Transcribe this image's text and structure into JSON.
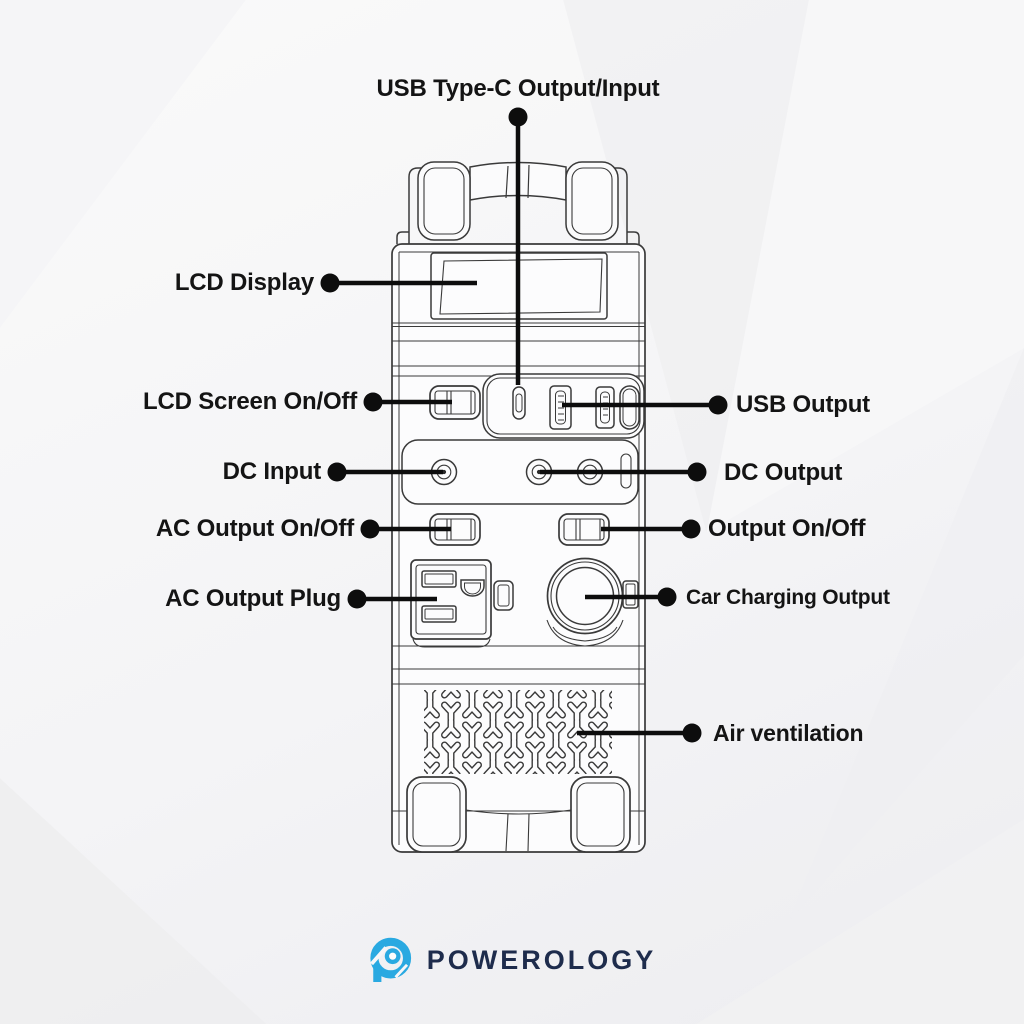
{
  "diagram": {
    "labels": {
      "usb_type_c": "USB Type-C Output/Input",
      "lcd_display": "LCD Display",
      "lcd_screen_onoff": "LCD Screen On/Off",
      "dc_input": "DC Input",
      "ac_output_onoff": "AC Output On/Off",
      "ac_output_plug": "AC Output Plug",
      "usb_output": "USB Output",
      "dc_output": "DC Output",
      "output_onoff": "Output On/Off",
      "car_charging_output": "Car Charging Output",
      "air_ventilation": "Air ventilation"
    },
    "colors": {
      "label_text": "#141414",
      "leader_line": "#0d0d0d",
      "line_art": "#3a3a3a",
      "brand_blue": "#29a9e1",
      "brand_navy": "#1e2c4c"
    }
  },
  "brand": {
    "logo_text": "POWEROLOGY"
  }
}
